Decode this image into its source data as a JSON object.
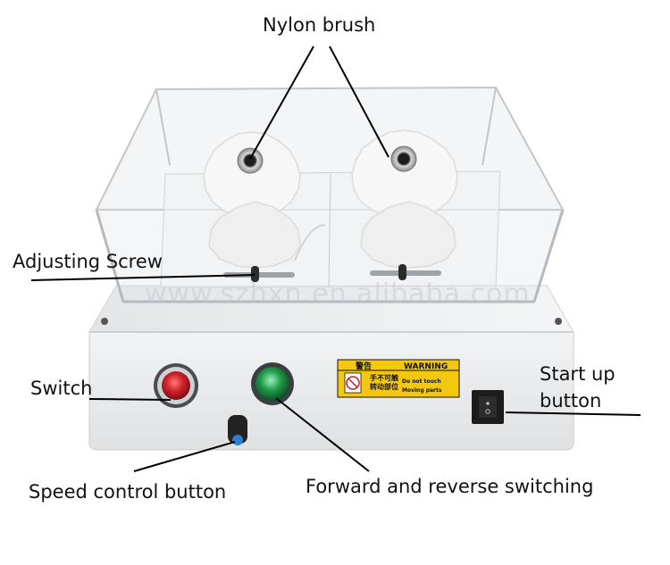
{
  "labels": {
    "nylon_brush": "Nylon brush",
    "adjusting_screw": "Adjusting Screw",
    "switch": "Switch",
    "start_up_line1": "Start up",
    "start_up_line2": "button",
    "speed_control": "Speed control button",
    "forward_reverse": "Forward and reverse switching"
  },
  "warning_sign": {
    "title_cn": "警告",
    "title_en": "WARNING",
    "text_cn_line1": "手不可触",
    "text_cn_line2": "转动部位",
    "text_en_line1": "Do not touch",
    "text_en_line2": "Moving parts"
  },
  "watermark": "www.szhxn.en.alibaba.com",
  "colors": {
    "casing": "#ecedee",
    "acrylic_frame": "#d6dadd",
    "brush": "#f7f7f7",
    "switch_red": "#c8202a",
    "indicator_green": "#1f9b4a",
    "warning_yellow": "#f3c80f",
    "leader_line": "#000000"
  }
}
